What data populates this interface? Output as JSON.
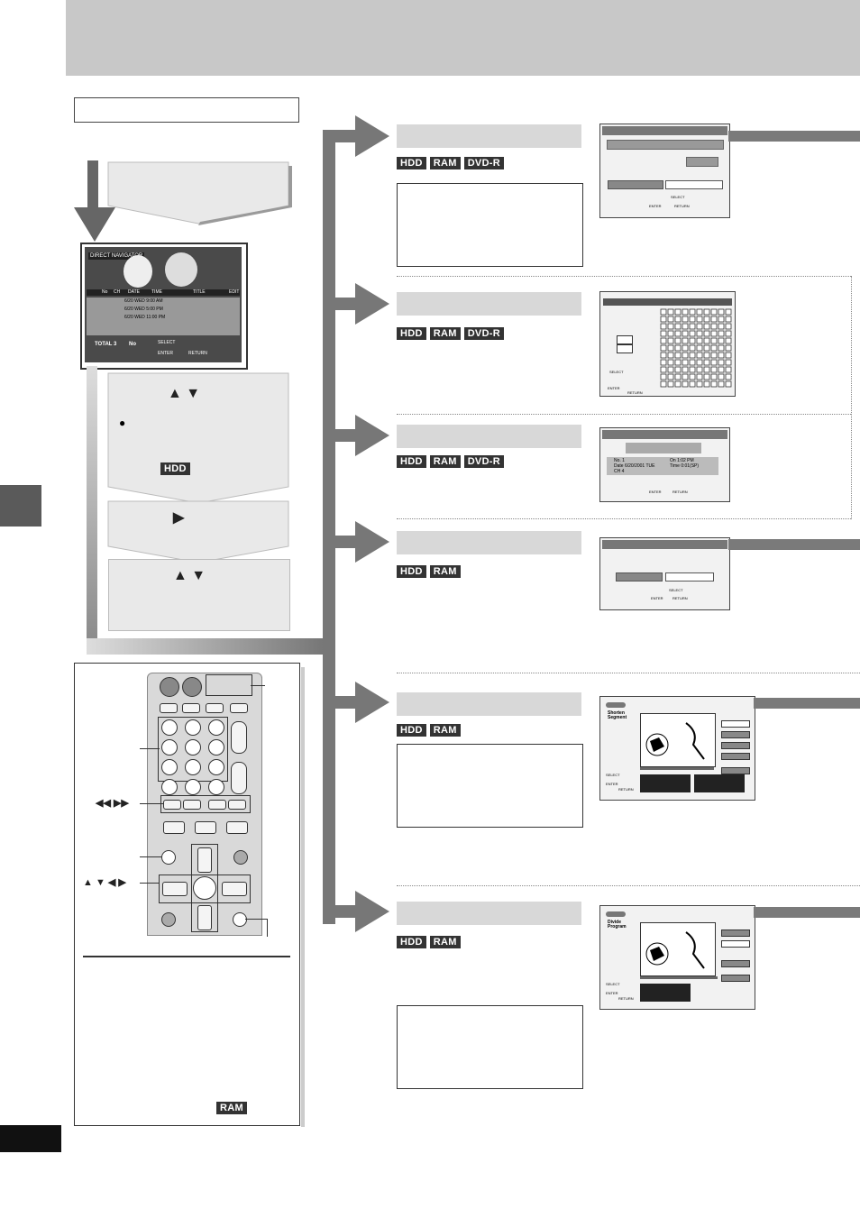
{
  "step_symbols": {
    "up_down": "▲  ▼",
    "right": "▶",
    "bullet": "●",
    "hdd": "HDD"
  },
  "badges": {
    "hdd": "HDD",
    "ram": "RAM",
    "dvdr": "DVD-R"
  },
  "navigator": {
    "title": "DIRECT NAVIGATOR",
    "columns": [
      "No",
      "CH",
      "DATE",
      "TIME",
      "TITLE",
      "EDIT"
    ],
    "rows": [
      {
        "date": "6/20 WED",
        "time": "9:00 AM"
      },
      {
        "date": "6/20 WED",
        "time": "5:00 PM"
      },
      {
        "date": "6/20 WED",
        "time": "11:00 PM"
      }
    ],
    "total": "TOTAL 3",
    "no_label": "No",
    "select": "SELECT",
    "enter": "ENTER",
    "return": "RETURN"
  },
  "screens": {
    "select": "SELECT",
    "enter": "ENTER",
    "return": "RETURN",
    "properties": {
      "no_label": "No.",
      "no_value": "1",
      "on_label": "On",
      "on_value": "1:02 PM",
      "date_label": "Date",
      "date_value": "6/20/2001 TUE",
      "time_label": "Time",
      "time_value": "0:01(SP)",
      "ch_label": "CH",
      "ch_value": "4"
    },
    "shorten_title": "Shorten Segment",
    "divide_title": "Divide Program"
  },
  "remote": {
    "skip_label": "◀◀  ▶▶",
    "cursor_label": "▲ ▼ ◀ ▶",
    "ram_badge": "RAM"
  }
}
